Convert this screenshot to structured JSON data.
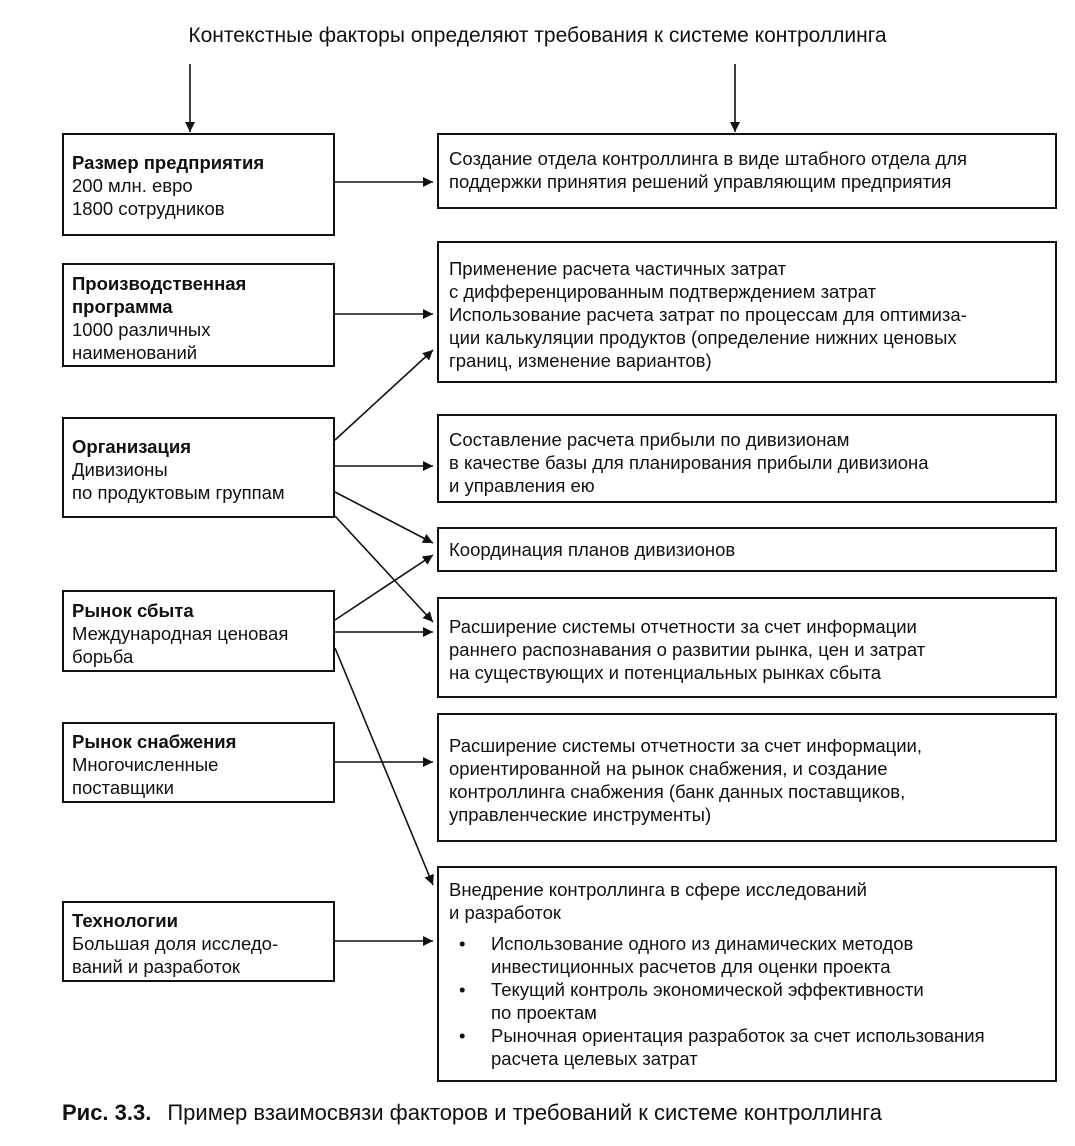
{
  "header": "Контекстные факторы определяют требования к системе контроллинга",
  "factors": [
    {
      "title": "Размер предприятия",
      "lines": [
        "200 млн. евро",
        "1800 сотрудников"
      ]
    },
    {
      "title": "Производственная",
      "title2": "программа",
      "lines": [
        "1000 различных",
        "наименований"
      ]
    },
    {
      "title": "Организация",
      "lines": [
        "Дивизионы",
        "по продуктовым группам"
      ]
    },
    {
      "title": "Рынок сбыта",
      "lines": [
        "Международная ценовая",
        "борьба"
      ]
    },
    {
      "title": "Рынок снабжения",
      "lines": [
        "Многочисленные",
        "поставщики"
      ]
    },
    {
      "title": "Технологии",
      "lines": [
        "Большая доля исследо-",
        "ваний и разработок"
      ]
    }
  ],
  "requirements": [
    {
      "lines": [
        "Создание отдела контроллинга в виде штабного отдела для",
        "поддержки принятия решений управляющим предприятия"
      ]
    },
    {
      "lines": [
        "Применение расчета частичных затрат",
        "с дифференцированным подтверждением затрат",
        "Использование расчета затрат по процессам для оптимиза-",
        "ции калькуляции продуктов (определение нижних ценовых",
        "границ, изменение вариантов)"
      ]
    },
    {
      "lines": [
        "Составление расчета прибыли по дивизионам",
        "в качестве базы для планирования прибыли дивизиона",
        "и управления ею"
      ]
    },
    {
      "lines": [
        "Координация планов дивизионов"
      ]
    },
    {
      "lines": [
        "Расширение системы отчетности за счет информации",
        "раннего распознавания о развитии рынка, цен и затрат",
        "на существующих и потенциальных рынках сбыта"
      ]
    },
    {
      "lines": [
        "Расширение системы отчетности за счет информации,",
        "ориентированной на рынок снабжения, и создание",
        "контроллинга снабжения (банк данных поставщиков,",
        "управленческие инструменты)"
      ]
    },
    {
      "lines": [
        "Внедрение контроллинга в сфере исследований",
        "и разработок"
      ],
      "bullet": "•",
      "bullets": [
        [
          "Использование одного из динамических методов",
          "инвестиционных расчетов для оценки проекта"
        ],
        [
          "Текущий контроль экономической эффективности",
          "по проектам"
        ],
        [
          "Рыночная ориентация разработок за счет использования",
          "расчета целевых затрат"
        ]
      ]
    }
  ],
  "caption": {
    "label": "Рис. 3.3.",
    "text": "Пример взаимосвязи факторов и требований к системе контроллинга"
  }
}
